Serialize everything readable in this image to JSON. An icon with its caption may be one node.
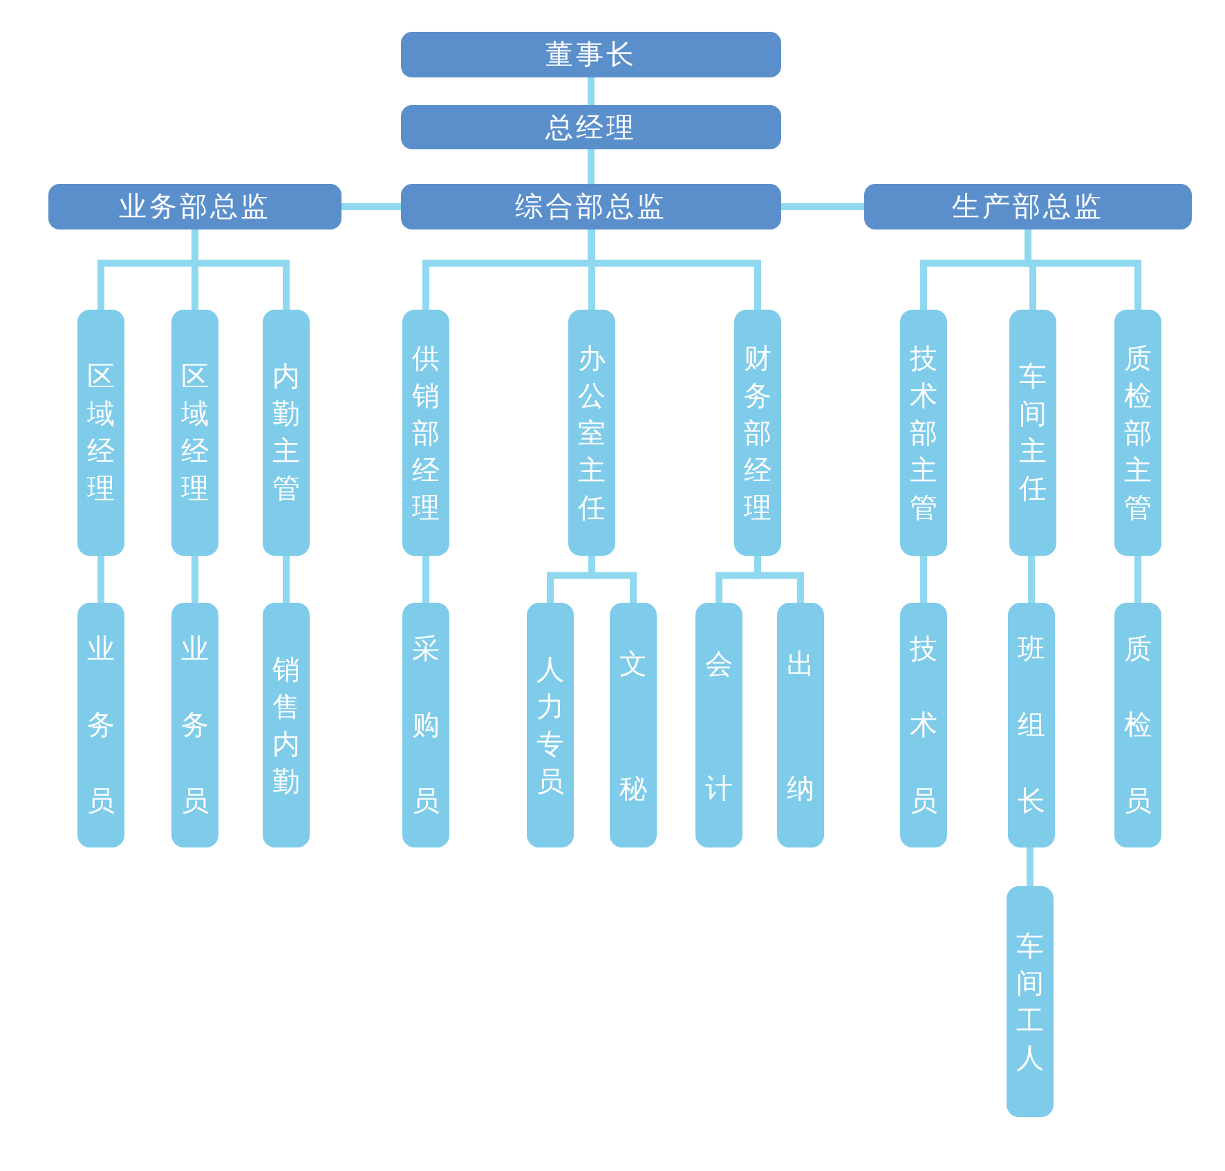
{
  "diagram": {
    "nodes": [
      {
        "text": [
          "董事长"
        ]
      },
      {
        "text": [
          "总经理"
        ]
      },
      {
        "text": [
          "业务部总监"
        ]
      },
      {
        "text": [
          "综合部总监"
        ]
      },
      {
        "text": [
          "生产部总监"
        ]
      },
      {
        "text": [
          "区域经理"
        ]
      },
      {
        "text": [
          "区域经理"
        ]
      },
      {
        "text": [
          "内勤主管"
        ]
      },
      {
        "text": [
          "供销部经理"
        ]
      },
      {
        "text": [
          "办公室主任"
        ]
      },
      {
        "text": [
          "财务部经理"
        ]
      },
      {
        "text": [
          "技术部主管"
        ]
      },
      {
        "text": [
          "车间主任"
        ]
      },
      {
        "text": [
          "质检部主管"
        ]
      },
      {
        "text": [
          "业务员"
        ]
      },
      {
        "text": [
          "业务员"
        ]
      },
      {
        "text": [
          "销售内勤"
        ]
      },
      {
        "text": [
          "采购员"
        ]
      },
      {
        "text": [
          "人力专员"
        ]
      },
      {
        "text": [
          "文秘"
        ]
      },
      {
        "text": [
          "会计"
        ]
      },
      {
        "text": [
          "出纳"
        ]
      },
      {
        "text": [
          "技术员"
        ]
      },
      {
        "text": [
          "班组长"
        ]
      },
      {
        "text": [
          "质检员"
        ]
      },
      {
        "text": [
          "车间工人"
        ]
      }
    ],
    "edges": [
      {
        "from": 0,
        "to": 1,
        "arrow": "none"
      },
      {
        "from": 1,
        "to": 3,
        "arrow": "none"
      },
      {
        "from": 3,
        "to": 2,
        "arrow": "none"
      },
      {
        "from": 3,
        "to": 4,
        "arrow": "none"
      },
      {
        "from": 2,
        "to": 5,
        "arrow": "none"
      },
      {
        "from": 2,
        "to": 6,
        "arrow": "none"
      },
      {
        "from": 2,
        "to": 7,
        "arrow": "none"
      },
      {
        "from": 3,
        "to": 8,
        "arrow": "none"
      },
      {
        "from": 3,
        "to": 9,
        "arrow": "none"
      },
      {
        "from": 3,
        "to": 10,
        "arrow": "none"
      },
      {
        "from": 4,
        "to": 11,
        "arrow": "none"
      },
      {
        "from": 4,
        "to": 12,
        "arrow": "none"
      },
      {
        "from": 4,
        "to": 13,
        "arrow": "none"
      },
      {
        "from": 5,
        "to": 14,
        "arrow": "none"
      },
      {
        "from": 6,
        "to": 15,
        "arrow": "none"
      },
      {
        "from": 7,
        "to": 16,
        "arrow": "none"
      },
      {
        "from": 8,
        "to": 17,
        "arrow": "none"
      },
      {
        "from": 9,
        "to": 18,
        "arrow": "none"
      },
      {
        "from": 9,
        "to": 19,
        "arrow": "none"
      },
      {
        "from": 10,
        "to": 20,
        "arrow": "none"
      },
      {
        "from": 10,
        "to": 21,
        "arrow": "none"
      },
      {
        "from": 11,
        "to": 22,
        "arrow": "none"
      },
      {
        "from": 12,
        "to": 23,
        "arrow": "none"
      },
      {
        "from": 13,
        "to": 24,
        "arrow": "none"
      },
      {
        "from": 23,
        "to": 25,
        "arrow": "none"
      }
    ]
  }
}
